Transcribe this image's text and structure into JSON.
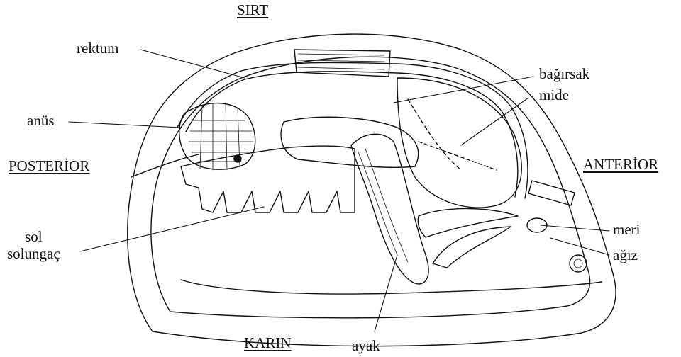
{
  "orientation": {
    "dorsal": "SIRT",
    "ventral": "KARIN",
    "posterior": "POSTERİOR",
    "anterior": "ANTERİOR"
  },
  "labels": {
    "rectum": "rektum",
    "anus": "anüs",
    "intestine": "bağırsak",
    "stomach": "mide",
    "gill_line1": "sol",
    "gill_line2": "solungaç",
    "gonad": "meri",
    "mouth": "ağız",
    "foot": "ayak"
  },
  "colors": {
    "ink": "#111111",
    "background": "#ffffff"
  }
}
